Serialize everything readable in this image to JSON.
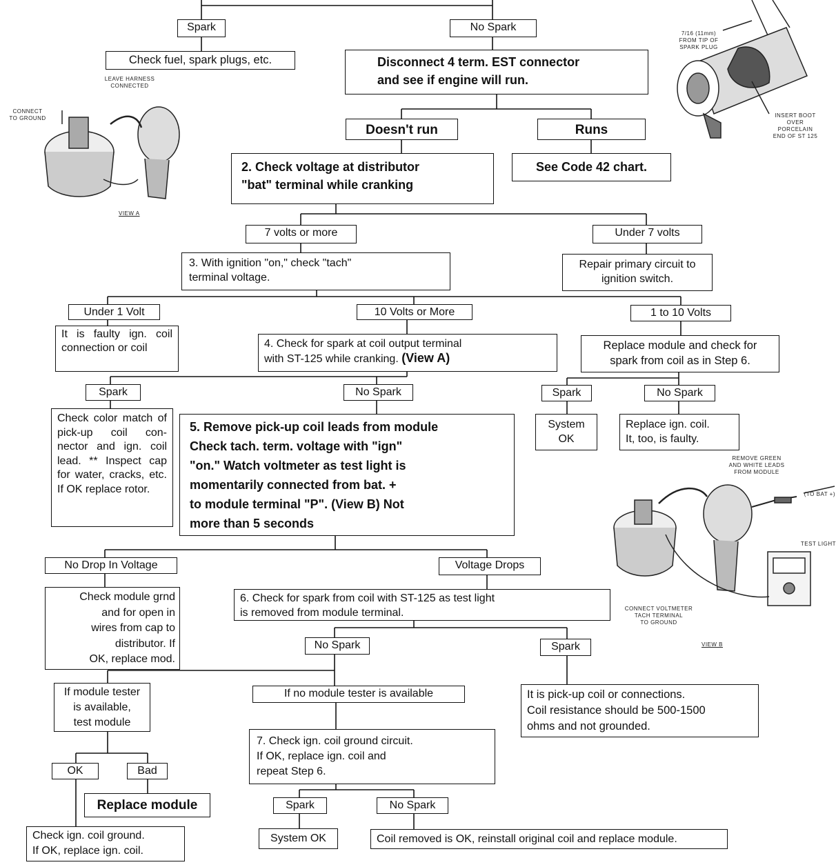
{
  "flow": {
    "spark_top": "Spark",
    "no_spark_top": "No Spark",
    "check_fuel": "Check fuel, spark plugs, etc.",
    "disconnect_est": "Disconnect 4 term. EST connector\nand see if engine will run.",
    "doesnt_run": "Doesn't run",
    "runs": "Runs",
    "step2": "2.  Check voltage at distributor\n     \"bat\" terminal while cranking",
    "see_code42": "See Code 42 chart.",
    "seven_or_more": "7 volts or more",
    "under_seven": "Under 7 volts",
    "step3": "3.        With ignition \"on,\" check \"tach\"\n           terminal voltage.",
    "repair_primary": "Repair primary circuit to\nignition switch.",
    "under_one": "Under 1 Volt",
    "ten_or_more": "10 Volts or More",
    "one_to_ten": "1 to 10 Volts",
    "faulty_coil": "It is faulty ign. coil connection or coil",
    "step4_a": "4.        Check for spark at coil output terminal\n           with ST-125 while cranking. ",
    "step4_b": "(View A)",
    "replace_module_check": "Replace module and check for\nspark from coil as in Step 6.",
    "spark_a": "Spark",
    "no_spark_a": "No Spark",
    "spark_b": "Spark",
    "no_spark_b": "No Spark",
    "check_color": "Check color match of pick-up coil con-nector and ign. coil lead. ** Inspect cap for water, cracks, etc. If OK replace rotor.",
    "step5": "5. Remove pick-up coil leads from module\nCheck tach. term. voltage with \"ign\"\n\"on.\" Watch voltmeter as test light is\nmomentarily connected from bat. +\nto module terminal \"P\". (View B) Not\nmore  than 5 seconds",
    "system_ok_1": "System\nOK",
    "replace_ign_coil": "Replace ign. coil.\nIt, too, is faulty.",
    "no_drop": "No Drop In Voltage",
    "voltage_drops": "Voltage Drops",
    "check_module_grnd": "Check module grnd\nand for open in\nwires from cap to\ndistributor. If\nOK, replace mod.",
    "step6": "6.        Check for spark from coil with ST-125 as test light\n           is removed from module terminal.",
    "no_spark_c": "No Spark",
    "spark_c": "Spark",
    "module_tester_avail": "If module tester\nis available,\ntest module",
    "no_module_tester": "If no module tester is available",
    "pickup_coil": "It is pick-up coil or connections.\nCoil resistance should be 500-1500\nohms and not grounded.",
    "step7": "7.        Check ign. coil ground circuit.\n           If OK, replace ign. coil and\n           repeat Step 6.",
    "ok": "OK",
    "bad": "Bad",
    "replace_module": "Replace module",
    "spark_d": "Spark",
    "no_spark_d": "No Spark",
    "check_coil_ground": "Check ign. coil ground.\nIf OK, replace ign. coil.",
    "system_ok_2": "System OK",
    "coil_removed": "Coil removed is OK, reinstall original coil and replace module."
  },
  "captions": {
    "spark_plug_dim": "7/16  (11mm)\nFROM TIP OF\nSPARK PLUG",
    "insert_boot": "INSERT BOOT\nOVER\nPORCELAIN\nEND OF ST 125",
    "leave_harness": "LEAVE HARNESS\nCONNECTED",
    "connect_ground": "CONNECT\nTO GROUND",
    "view_a": "VIEW A",
    "remove_leads": "REMOVE GREEN\nAND WHITE LEADS\nFROM MODULE",
    "to_bat": "(TO BAT +)",
    "test_light": "TEST LIGHT",
    "connect_voltmeter": "CONNECT VOLTMETER\nTACH  TERMINAL\nTO GROUND",
    "view_b": "VIEW B"
  },
  "icons": {
    "view_a": "distributor-illustration",
    "spark_tester": "st125-spark-tester-illustration",
    "view_b": "distributor-voltmeter-illustration"
  }
}
